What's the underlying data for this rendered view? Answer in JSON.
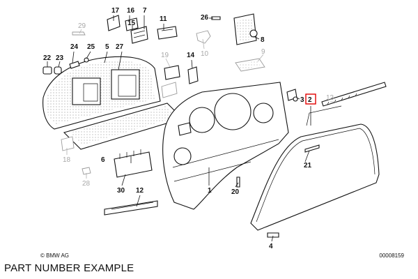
{
  "caption": "PART NUMBER EXAMPLE",
  "copyright": "© BMW AG",
  "drawing_number": "00008159",
  "highlight_color": "#e00000",
  "callouts": {
    "c1": "1",
    "c2": "2",
    "c3": "3",
    "c4": "4",
    "c5": "5",
    "c6": "6",
    "c7": "7",
    "c8": "8",
    "c9": "9",
    "c10": "10",
    "c11": "11",
    "c12": "12",
    "c13": "13",
    "c14": "14",
    "c15": "15",
    "c16": "16",
    "c17": "17",
    "c18": "18",
    "c19": "19",
    "c20": "20",
    "c21": "21",
    "c22": "22",
    "c23": "23",
    "c24": "24",
    "c25": "25",
    "c26": "26",
    "c27": "27",
    "c28": "28",
    "c29": "29",
    "c30": "30"
  },
  "grey_callouts": [
    "9",
    "10",
    "13",
    "18",
    "19",
    "28",
    "29"
  ],
  "highlighted_callout": "2"
}
